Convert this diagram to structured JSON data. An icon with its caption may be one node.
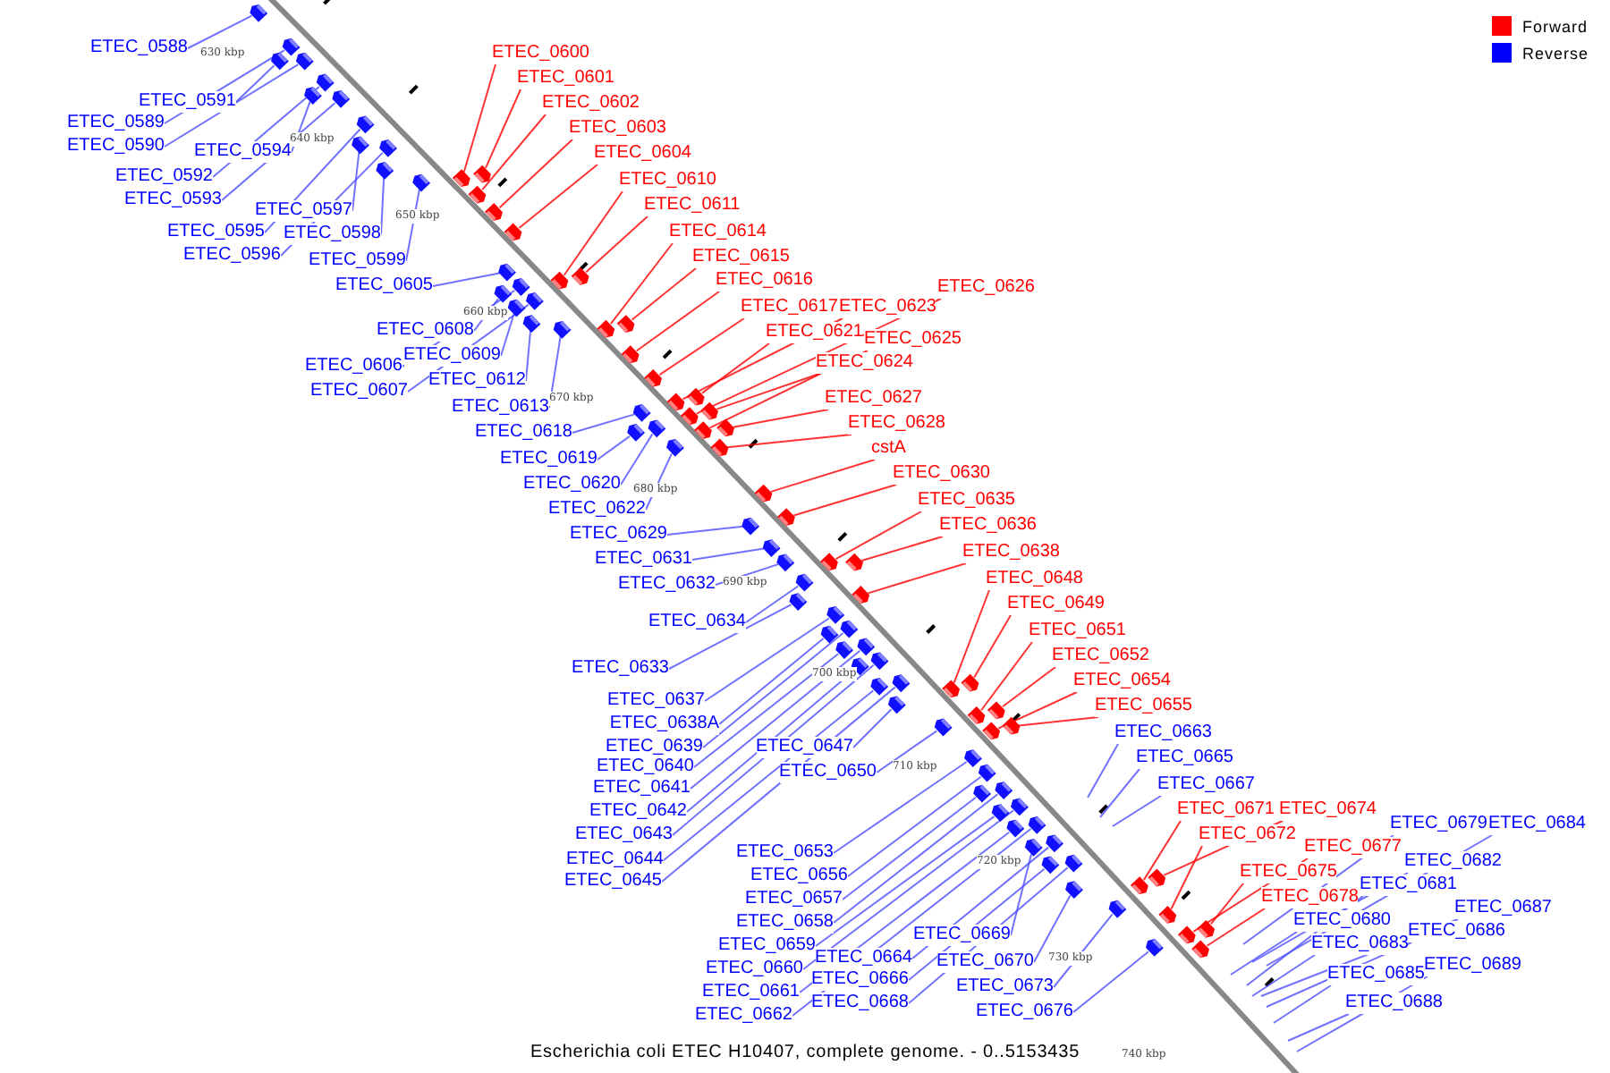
{
  "diagram": {
    "caption": "Escherichia coli ETEC H10407, complete genome. - 0..5153435",
    "nodes": [
      {
        "text": [
          "ETEC_0588"
        ]
      },
      {
        "text": [
          "ETEC_0591"
        ]
      },
      {
        "text": [
          "ETEC_0589"
        ]
      },
      {
        "text": [
          "ETEC_0590"
        ]
      },
      {
        "text": [
          "ETEC_0594"
        ]
      },
      {
        "text": [
          "ETEC_0592"
        ]
      },
      {
        "text": [
          "ETEC_0593"
        ]
      },
      {
        "text": [
          "ETEC_0597"
        ]
      },
      {
        "text": [
          "ETEC_0595"
        ]
      },
      {
        "text": [
          "ETEC_0598"
        ]
      },
      {
        "text": [
          "ETEC_0596"
        ]
      },
      {
        "text": [
          "ETEC_0599"
        ]
      },
      {
        "text": [
          "ETEC_0605"
        ]
      },
      {
        "text": [
          "ETEC_0608"
        ]
      },
      {
        "text": [
          "ETEC_0606"
        ]
      },
      {
        "text": [
          "ETEC_0609"
        ]
      },
      {
        "text": [
          "ETEC_0607"
        ]
      },
      {
        "text": [
          "ETEC_0612"
        ]
      },
      {
        "text": [
          "ETEC_0613"
        ]
      },
      {
        "text": [
          "ETEC_0618"
        ]
      },
      {
        "text": [
          "ETEC_0619"
        ]
      },
      {
        "text": [
          "ETEC_0620"
        ]
      },
      {
        "text": [
          "ETEC_0622"
        ]
      },
      {
        "text": [
          "ETEC_0629"
        ]
      },
      {
        "text": [
          "ETEC_0631"
        ]
      },
      {
        "text": [
          "ETEC_0632"
        ]
      },
      {
        "text": [
          "ETEC_0634"
        ]
      },
      {
        "text": [
          "ETEC_0633"
        ]
      },
      {
        "text": [
          "ETEC_0637"
        ]
      },
      {
        "text": [
          "ETEC_0638A"
        ]
      },
      {
        "text": [
          "ETEC_0639"
        ]
      },
      {
        "text": [
          "ETEC_0640"
        ]
      },
      {
        "text": [
          "ETEC_0641"
        ]
      },
      {
        "text": [
          "ETEC_0642"
        ]
      },
      {
        "text": [
          "ETEC_0643"
        ]
      },
      {
        "text": [
          "ETEC_0644"
        ]
      },
      {
        "text": [
          "ETEC_0645"
        ]
      },
      {
        "text": [
          "ETEC_0647"
        ]
      },
      {
        "text": [
          "ETEC_0650"
        ]
      },
      {
        "text": [
          "ETEC_0653"
        ]
      },
      {
        "text": [
          "ETEC_0656"
        ]
      },
      {
        "text": [
          "ETEC_0657"
        ]
      },
      {
        "text": [
          "ETEC_0658"
        ]
      },
      {
        "text": [
          "ETEC_0659"
        ]
      },
      {
        "text": [
          "ETEC_0660"
        ]
      },
      {
        "text": [
          "ETEC_0661"
        ]
      },
      {
        "text": [
          "ETEC_0662"
        ]
      },
      {
        "text": [
          "ETEC_0664"
        ]
      },
      {
        "text": [
          "ETEC_0666"
        ]
      },
      {
        "text": [
          "ETEC_0668"
        ]
      },
      {
        "text": [
          "ETEC_0669"
        ]
      },
      {
        "text": [
          "ETEC_0670"
        ]
      },
      {
        "text": [
          "ETEC_0673"
        ]
      },
      {
        "text": [
          "ETEC_0676"
        ]
      },
      {
        "text": [
          "ETEC_0663"
        ]
      },
      {
        "text": [
          "ETEC_0665"
        ]
      },
      {
        "text": [
          "ETEC_0667"
        ]
      },
      {
        "text": [
          "ETEC_0679"
        ]
      },
      {
        "text": [
          "ETEC_0684"
        ]
      },
      {
        "text": [
          "ETEC_0682"
        ]
      },
      {
        "text": [
          "ETEC_0681"
        ]
      },
      {
        "text": [
          "ETEC_0687"
        ]
      },
      {
        "text": [
          "ETEC_0680"
        ]
      },
      {
        "text": [
          "ETEC_0686"
        ]
      },
      {
        "text": [
          "ETEC_0683"
        ]
      },
      {
        "text": [
          "ETEC_0689"
        ]
      },
      {
        "text": [
          "ETEC_0685"
        ]
      },
      {
        "text": [
          "ETEC_0688"
        ]
      },
      {
        "text": [
          "ETEC_0600"
        ]
      },
      {
        "text": [
          "ETEC_0601"
        ]
      },
      {
        "text": [
          "ETEC_0602"
        ]
      },
      {
        "text": [
          "ETEC_0603"
        ]
      },
      {
        "text": [
          "ETEC_0604"
        ]
      },
      {
        "text": [
          "ETEC_0610"
        ]
      },
      {
        "text": [
          "ETEC_0611"
        ]
      },
      {
        "text": [
          "ETEC_0614"
        ]
      },
      {
        "text": [
          "ETEC_0615"
        ]
      },
      {
        "text": [
          "ETEC_0616"
        ]
      },
      {
        "text": [
          "ETEC_0617"
        ]
      },
      {
        "text": [
          "ETEC_0623"
        ]
      },
      {
        "text": [
          "ETEC_0626"
        ]
      },
      {
        "text": [
          "ETEC_0621"
        ]
      },
      {
        "text": [
          "ETEC_0625"
        ]
      },
      {
        "text": [
          "ETEC_0624"
        ]
      },
      {
        "text": [
          "ETEC_0627"
        ]
      },
      {
        "text": [
          "ETEC_0628"
        ]
      },
      {
        "text": [
          "cstA"
        ]
      },
      {
        "text": [
          "ETEC_0630"
        ]
      },
      {
        "text": [
          "ETEC_0635"
        ]
      },
      {
        "text": [
          "ETEC_0636"
        ]
      },
      {
        "text": [
          "ETEC_0638"
        ]
      },
      {
        "text": [
          "ETEC_0648"
        ]
      },
      {
        "text": [
          "ETEC_0649"
        ]
      },
      {
        "text": [
          "ETEC_0651"
        ]
      },
      {
        "text": [
          "ETEC_0652"
        ]
      },
      {
        "text": [
          "ETEC_0654"
        ]
      },
      {
        "text": [
          "ETEC_0655"
        ]
      },
      {
        "text": [
          "ETEC_0671"
        ]
      },
      {
        "text": [
          "ETEC_0674"
        ]
      },
      {
        "text": [
          "ETEC_0672"
        ]
      },
      {
        "text": [
          "ETEC_0677"
        ]
      },
      {
        "text": [
          "ETEC_0675"
        ]
      },
      {
        "text": [
          "ETEC_0678"
        ]
      },
      {
        "text": [],
        "shape": "box"
      },
      {
        "text": [],
        "shape": "box"
      },
      {
        "text": [],
        "shape": "box"
      },
      {
        "text": [],
        "shape": "box"
      },
      {
        "text": [],
        "shape": "box"
      },
      {
        "text": [],
        "shape": "box"
      },
      {
        "text": [],
        "shape": "box"
      },
      {
        "text": [],
        "shape": "box"
      },
      {
        "text": [],
        "shape": "box"
      },
      {
        "text": [],
        "shape": "box"
      },
      {
        "text": [],
        "shape": "box"
      },
      {
        "text": [],
        "shape": "box"
      },
      {
        "text": [],
        "shape": "box"
      },
      {
        "text": [],
        "shape": "box"
      },
      {
        "text": [],
        "shape": "box"
      },
      {
        "text": [],
        "shape": "box"
      },
      {
        "text": [],
        "shape": "box"
      },
      {
        "text": [],
        "shape": "box"
      },
      {
        "text": [],
        "shape": "box"
      },
      {
        "text": [],
        "shape": "box"
      },
      {
        "text": [],
        "shape": "box"
      },
      {
        "text": [],
        "shape": "box"
      },
      {
        "text": [],
        "shape": "box"
      },
      {
        "text": [],
        "shape": "box"
      },
      {
        "text": [],
        "shape": "box"
      },
      {
        "text": [],
        "shape": "box"
      },
      {
        "text": [],
        "shape": "box"
      },
      {
        "text": [],
        "shape": "box"
      },
      {
        "text": [],
        "shape": "box"
      },
      {
        "text": [],
        "shape": "box"
      },
      {
        "text": [],
        "shape": "box"
      },
      {
        "text": [],
        "shape": "box"
      },
      {
        "text": [],
        "shape": "box"
      },
      {
        "text": [],
        "shape": "box"
      },
      {
        "text": [],
        "shape": "box"
      },
      {
        "text": [],
        "shape": "box"
      },
      {
        "text": [],
        "shape": "box"
      },
      {
        "text": [],
        "shape": "box"
      },
      {
        "text": [],
        "shape": "box"
      },
      {
        "text": [],
        "shape": "box"
      },
      {
        "text": [],
        "shape": "box"
      },
      {
        "text": [],
        "shape": "box"
      },
      {
        "text": [],
        "shape": "box"
      },
      {
        "text": [],
        "shape": "box"
      },
      {
        "text": [],
        "shape": "box"
      },
      {
        "text": [],
        "shape": "box"
      },
      {
        "text": [],
        "shape": "box"
      },
      {
        "text": [],
        "shape": "box"
      },
      {
        "text": [],
        "shape": "box"
      },
      {
        "text": [],
        "shape": "box"
      },
      {
        "text": [],
        "shape": "box"
      },
      {
        "text": [],
        "shape": "box"
      },
      {
        "text": [],
        "shape": "box"
      },
      {
        "text": [],
        "shape": "box"
      },
      {
        "text": [],
        "shape": "box"
      },
      {
        "text": [],
        "shape": "box"
      },
      {
        "text": [],
        "shape": "box"
      },
      {
        "text": [],
        "shape": "box"
      },
      {
        "text": [],
        "shape": "box"
      },
      {
        "text": [],
        "shape": "box"
      },
      {
        "text": [],
        "shape": "box"
      },
      {
        "text": [],
        "shape": "box"
      },
      {
        "text": [],
        "shape": "box"
      },
      {
        "text": [],
        "shape": "box"
      },
      {
        "text": [],
        "shape": "box"
      },
      {
        "text": [],
        "shape": "box"
      },
      {
        "text": [],
        "shape": "box"
      },
      {
        "text": [],
        "shape": "box"
      },
      {
        "text": [],
        "shape": "box"
      },
      {
        "text": [],
        "shape": "box"
      },
      {
        "text": [],
        "shape": "box"
      },
      {
        "text": [],
        "shape": "box"
      },
      {
        "text": [],
        "shape": "box"
      },
      {
        "text": [],
        "shape": "box"
      },
      {
        "text": [],
        "shape": "box"
      },
      {
        "text": [],
        "shape": "box"
      },
      {
        "text": [],
        "shape": "box"
      },
      {
        "text": [],
        "shape": "box"
      },
      {
        "text": [],
        "shape": "box"
      },
      {
        "text": [],
        "shape": "box"
      },
      {
        "text": [],
        "shape": "box"
      },
      {
        "text": [],
        "shape": "box"
      },
      {
        "text": [],
        "shape": "box"
      },
      {
        "text": [],
        "shape": "box"
      },
      {
        "text": [],
        "shape": "box"
      },
      {
        "text": [],
        "shape": "box"
      },
      {
        "text": [],
        "shape": "box"
      },
      {
        "text": [],
        "shape": "box"
      },
      {
        "text": [],
        "shape": "box"
      }
    ],
    "edges": [
      {
        "from": 0,
        "to": 103,
        "arrow": "none"
      },
      {
        "from": 1,
        "to": 104,
        "arrow": "none"
      },
      {
        "from": 2,
        "to": 105,
        "arrow": "none"
      },
      {
        "from": 3,
        "to": 106,
        "arrow": "none"
      },
      {
        "from": 4,
        "to": 107,
        "arrow": "none"
      },
      {
        "from": 5,
        "to": 108,
        "arrow": "none"
      },
      {
        "from": 6,
        "to": 109,
        "arrow": "none"
      },
      {
        "from": 7,
        "to": 110,
        "arrow": "none"
      },
      {
        "from": 8,
        "to": 111,
        "arrow": "none"
      },
      {
        "from": 9,
        "to": 112,
        "arrow": "none"
      },
      {
        "from": 10,
        "to": 113,
        "arrow": "none"
      },
      {
        "from": 11,
        "to": 114,
        "arrow": "none"
      },
      {
        "from": 12,
        "to": 115,
        "arrow": "none"
      },
      {
        "from": 13,
        "to": 116,
        "arrow": "none"
      },
      {
        "from": 14,
        "to": 117,
        "arrow": "none"
      },
      {
        "from": 15,
        "to": 118,
        "arrow": "none"
      },
      {
        "from": 16,
        "to": 119,
        "arrow": "none"
      },
      {
        "from": 17,
        "to": 120,
        "arrow": "none"
      },
      {
        "from": 18,
        "to": 121,
        "arrow": "none"
      },
      {
        "from": 19,
        "to": 122,
        "arrow": "none"
      },
      {
        "from": 20,
        "to": 123,
        "arrow": "none"
      },
      {
        "from": 21,
        "to": 124,
        "arrow": "none"
      },
      {
        "from": 22,
        "to": 125,
        "arrow": "none"
      },
      {
        "from": 23,
        "to": 126,
        "arrow": "none"
      },
      {
        "from": 24,
        "to": 127,
        "arrow": "none"
      },
      {
        "from": 25,
        "to": 128,
        "arrow": "none"
      },
      {
        "from": 26,
        "to": 129,
        "arrow": "none"
      },
      {
        "from": 27,
        "to": 130,
        "arrow": "none"
      },
      {
        "from": 28,
        "to": 131,
        "arrow": "none"
      },
      {
        "from": 29,
        "to": 132,
        "arrow": "none"
      },
      {
        "from": 30,
        "to": 133,
        "arrow": "none"
      },
      {
        "from": 31,
        "to": 134,
        "arrow": "none"
      },
      {
        "from": 32,
        "to": 135,
        "arrow": "none"
      },
      {
        "from": 33,
        "to": 136,
        "arrow": "none"
      },
      {
        "from": 34,
        "to": 137,
        "arrow": "none"
      },
      {
        "from": 35,
        "to": 138,
        "arrow": "none"
      },
      {
        "from": 36,
        "to": 139,
        "arrow": "none"
      },
      {
        "from": 37,
        "to": 140,
        "arrow": "none"
      },
      {
        "from": 38,
        "to": 141,
        "arrow": "none"
      },
      {
        "from": 39,
        "to": 142,
        "arrow": "none"
      },
      {
        "from": 40,
        "to": 143,
        "arrow": "none"
      },
      {
        "from": 41,
        "to": 144,
        "arrow": "none"
      },
      {
        "from": 42,
        "to": 145,
        "arrow": "none"
      },
      {
        "from": 43,
        "to": 146,
        "arrow": "none"
      },
      {
        "from": 44,
        "to": 147,
        "arrow": "none"
      },
      {
        "from": 45,
        "to": 148,
        "arrow": "none"
      },
      {
        "from": 46,
        "to": 149,
        "arrow": "none"
      },
      {
        "from": 47,
        "to": 150,
        "arrow": "none"
      },
      {
        "from": 48,
        "to": 151,
        "arrow": "none"
      },
      {
        "from": 49,
        "to": 152,
        "arrow": "none"
      },
      {
        "from": 50,
        "to": 153,
        "arrow": "none"
      },
      {
        "from": 51,
        "to": 154,
        "arrow": "none"
      },
      {
        "from": 52,
        "to": 155,
        "arrow": "none"
      },
      {
        "from": 53,
        "to": 156,
        "arrow": "none"
      },
      {
        "from": 54,
        "to": null,
        "arrow": "none"
      },
      {
        "from": 55,
        "to": null,
        "arrow": "none"
      },
      {
        "from": 56,
        "to": null,
        "arrow": "none"
      },
      {
        "from": 57,
        "to": null,
        "arrow": "none"
      },
      {
        "from": 58,
        "to": null,
        "arrow": "none"
      },
      {
        "from": 59,
        "to": null,
        "arrow": "none"
      },
      {
        "from": 60,
        "to": null,
        "arrow": "none"
      },
      {
        "from": 61,
        "to": null,
        "arrow": "none"
      },
      {
        "from": 62,
        "to": null,
        "arrow": "none"
      },
      {
        "from": 63,
        "to": null,
        "arrow": "none"
      },
      {
        "from": 64,
        "to": null,
        "arrow": "none"
      },
      {
        "from": 65,
        "to": null,
        "arrow": "none"
      },
      {
        "from": 66,
        "to": null,
        "arrow": "none"
      },
      {
        "from": 67,
        "to": null,
        "arrow": "none"
      },
      {
        "from": 68,
        "to": 157,
        "arrow": "none",
        "color": "#ff0000"
      },
      {
        "from": 69,
        "to": 158,
        "arrow": "none",
        "color": "#ff0000"
      },
      {
        "from": 70,
        "to": 159,
        "arrow": "none",
        "color": "#ff0000"
      },
      {
        "from": 71,
        "to": 160,
        "arrow": "none",
        "color": "#ff0000"
      },
      {
        "from": 72,
        "to": 161,
        "arrow": "none",
        "color": "#ff0000"
      },
      {
        "from": 73,
        "to": 162,
        "arrow": "none",
        "color": "#ff0000"
      },
      {
        "from": 74,
        "to": 163,
        "arrow": "none",
        "color": "#ff0000"
      },
      {
        "from": 75,
        "to": 164,
        "arrow": "none",
        "color": "#ff0000"
      },
      {
        "from": 76,
        "to": 165,
        "arrow": "none",
        "color": "#ff0000"
      },
      {
        "from": 77,
        "to": 166,
        "arrow": "none",
        "color": "#ff0000"
      },
      {
        "from": 78,
        "to": 167,
        "arrow": "none",
        "color": "#ff0000"
      },
      {
        "from": 79,
        "to": 168,
        "arrow": "none",
        "color": "#ff0000"
      },
      {
        "from": 80,
        "to": 169,
        "arrow": "none",
        "color": "#ff0000"
      },
      {
        "from": 81,
        "to": 170,
        "arrow": "none",
        "color": "#ff0000"
      },
      {
        "from": 82,
        "to": 171,
        "arrow": "none",
        "color": "#ff0000"
      },
      {
        "from": 83,
        "to": 172,
        "arrow": "none",
        "color": "#ff0000"
      },
      {
        "from": 84,
        "to": 173,
        "arrow": "none",
        "color": "#ff0000"
      },
      {
        "from": 85,
        "to": 174,
        "arrow": "none",
        "color": "#ff0000"
      },
      {
        "from": 86,
        "to": 175,
        "arrow": "none",
        "color": "#ff0000"
      },
      {
        "from": 87,
        "to": 176,
        "arrow": "none",
        "color": "#ff0000"
      },
      {
        "from": 88,
        "to": 177,
        "arrow": "none",
        "color": "#ff0000"
      },
      {
        "from": 89,
        "to": 178,
        "arrow": "none",
        "color": "#ff0000"
      },
      {
        "from": 90,
        "to": 179,
        "arrow": "none",
        "color": "#ff0000"
      },
      {
        "from": 91,
        "to": 180,
        "arrow": "none",
        "color": "#ff0000"
      },
      {
        "from": 92,
        "to": 181,
        "arrow": "none",
        "color": "#ff0000"
      },
      {
        "from": 93,
        "to": 182,
        "arrow": "none",
        "color": "#ff0000"
      },
      {
        "from": 94,
        "to": 183,
        "arrow": "none",
        "color": "#ff0000"
      },
      {
        "from": 95,
        "to": 184,
        "arrow": "none",
        "color": "#ff0000"
      },
      {
        "from": 96,
        "to": 185,
        "arrow": "none",
        "color": "#ff0000"
      },
      {
        "from": 97,
        "to": 186,
        "arrow": "none",
        "color": "#ff0000"
      },
      {
        "from": 98,
        "to": 187,
        "arrow": "none",
        "color": "#ff0000"
      },
      {
        "from": 99,
        "to": 188,
        "arrow": "none",
        "color": "#ff0000"
      },
      {
        "from": 100,
        "to": 189,
        "arrow": "none",
        "color": "#ff0000"
      },
      {
        "from": 101,
        "to": 190,
        "arrow": "none",
        "color": "#ff0000"
      },
      {
        "from": 102,
        "to": 191,
        "arrow": "none",
        "color": "#ff0000"
      }
    ],
    "labels": [
      "630 kbp",
      "640 kbp",
      "650 kbp",
      "660 kbp",
      "670 kbp",
      "680 kbp",
      "690 kbp",
      "700 kbp",
      "710 kbp",
      "720 kbp",
      "730 kbp",
      "740 kbp"
    ],
    "legend": [
      {
        "text": "Forward",
        "color": "#ff0000"
      },
      {
        "text": "Reverse",
        "color": "#0000ff"
      }
    ]
  }
}
